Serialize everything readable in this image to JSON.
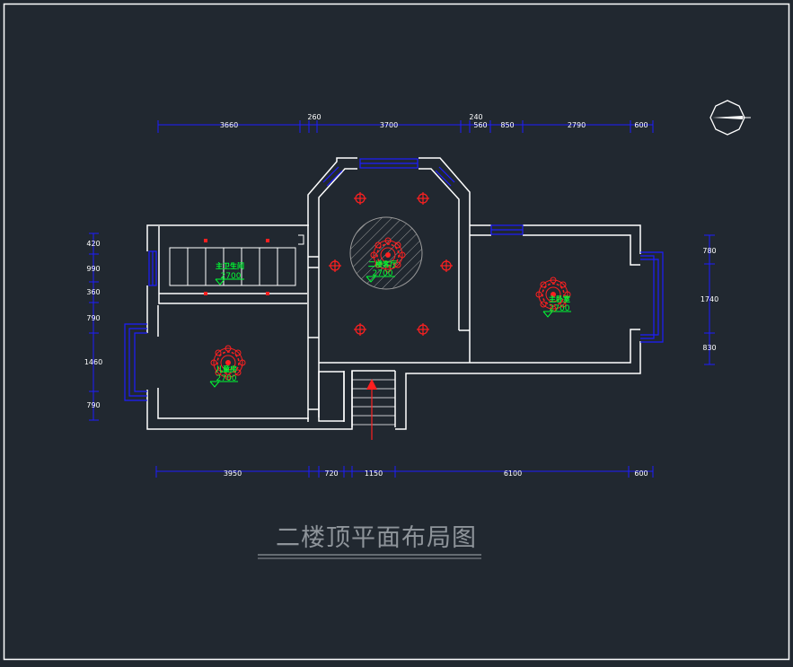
{
  "drawing": {
    "title": "二楼顶平面布局图",
    "colors": {
      "background": "#212830",
      "wall": "#ffffff",
      "dimension": "#1d1dff",
      "light": "#ff2020",
      "label": "#00ff33",
      "hatch": "#9a9a9a",
      "title": "#8e949a"
    },
    "top_dimensions": [
      "3660",
      "260",
      "3700",
      "240",
      "560",
      "850",
      "2790",
      "600"
    ],
    "bottom_dimensions": [
      "3950",
      "720",
      "1150",
      "6100",
      "600"
    ],
    "left_dimensions": [
      "420",
      "990",
      "360",
      "790",
      "1460",
      "790"
    ],
    "right_dimensions": [
      "780",
      "1740",
      "830"
    ],
    "rooms": [
      {
        "name": "主卫生间",
        "ceiling_height": "2700"
      },
      {
        "name": "二楼客厅",
        "ceiling_height": "2700"
      },
      {
        "name": "主卧室",
        "ceiling_height": "2700"
      },
      {
        "name": "儿童房",
        "ceiling_height": "2700"
      }
    ],
    "north_arrow": "north-arrow-icon"
  }
}
